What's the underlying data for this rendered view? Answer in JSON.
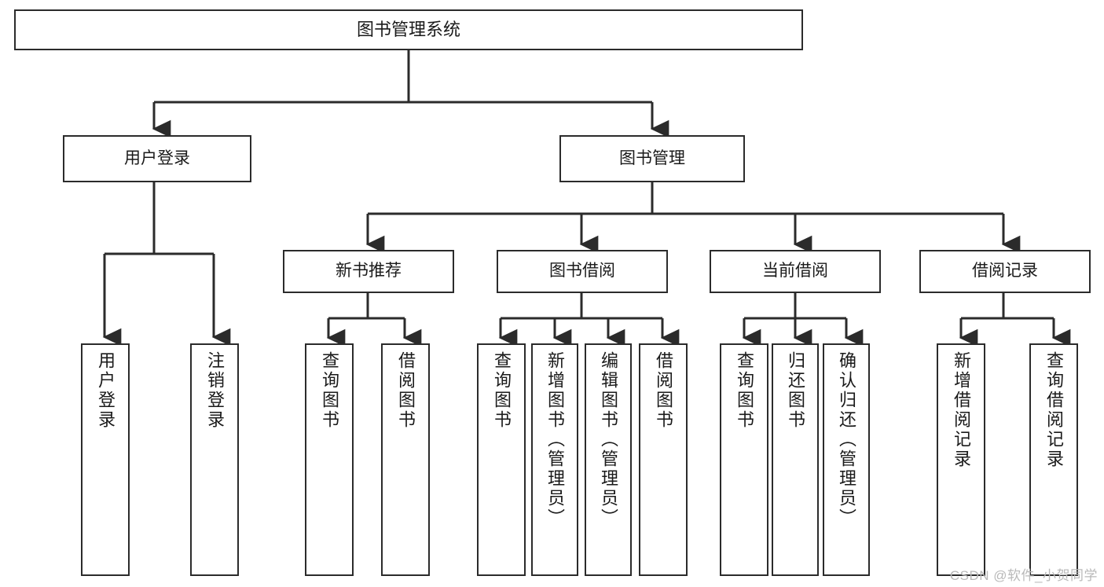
{
  "diagram": {
    "type": "tree-hierarchy",
    "title": "图书管理系统",
    "watermark": "CSDN @软件_小贺同学",
    "colors": {
      "stroke": "#2b2b2b",
      "fill": "#ffffff",
      "text": "#1a1a1a",
      "watermark": "#b9b9b9"
    },
    "nodes": {
      "root": {
        "label": "图书管理系统"
      },
      "level2": [
        {
          "id": "user-login",
          "label": "用户登录"
        },
        {
          "id": "book-manage",
          "label": "图书管理"
        }
      ],
      "level3": [
        {
          "id": "new-book-recommend",
          "label": "新书推荐"
        },
        {
          "id": "book-borrow",
          "label": "图书借阅"
        },
        {
          "id": "current-borrow",
          "label": "当前借阅"
        },
        {
          "id": "borrow-record",
          "label": "借阅记录"
        }
      ],
      "leaves": {
        "user-login": [
          {
            "id": "leaf-user-login",
            "label": "用户登录"
          },
          {
            "id": "leaf-logout-login",
            "label": "注销登录"
          }
        ],
        "new-book-recommend": [
          {
            "id": "leaf-query-book-1",
            "label": "查询图书"
          },
          {
            "id": "leaf-borrow-book-1",
            "label": "借阅图书"
          }
        ],
        "book-borrow": [
          {
            "id": "leaf-query-book-2",
            "label": "查询图书"
          },
          {
            "id": "leaf-add-book",
            "label": "新增图书（管理员）"
          },
          {
            "id": "leaf-edit-book",
            "label": "编辑图书（管理员）"
          },
          {
            "id": "leaf-borrow-book-2",
            "label": "借阅图书"
          }
        ],
        "current-borrow": [
          {
            "id": "leaf-query-book-3",
            "label": "查询图书"
          },
          {
            "id": "leaf-return-book",
            "label": "归还图书"
          },
          {
            "id": "leaf-confirm-return",
            "label": "确认归还（管理员）"
          }
        ],
        "borrow-record": [
          {
            "id": "leaf-add-record",
            "label": "新增借阅记录"
          },
          {
            "id": "leaf-query-record",
            "label": "查询借阅记录"
          }
        ]
      }
    }
  }
}
